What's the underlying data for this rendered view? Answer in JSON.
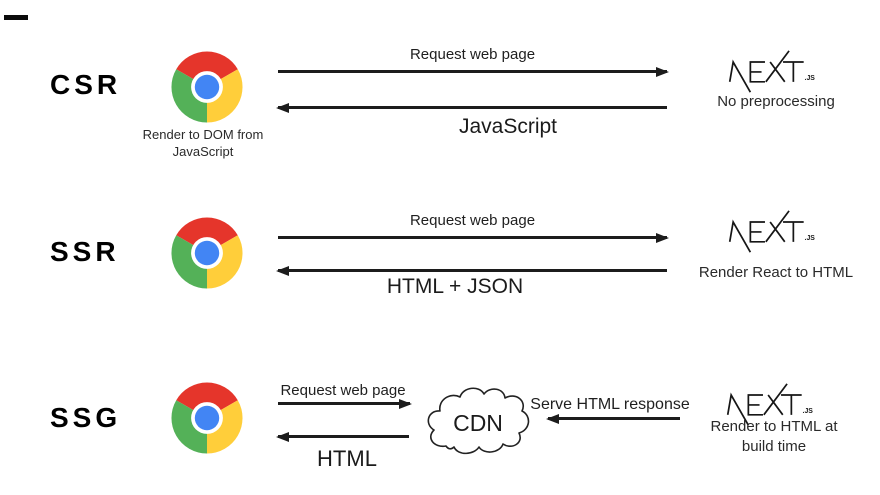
{
  "colors": {
    "chrome-red": "#E5352B",
    "chrome-green": "#54B158",
    "chrome-yellow": "#FFCE3A",
    "chrome-blue": "#4285F4",
    "ink": "#1C1C1C"
  },
  "logos": {
    "nextjs_wordmark": "NEXT",
    "nextjs_suffix": ".JS"
  },
  "rows": [
    {
      "label": "CSR",
      "browser_caption": "Render to DOM from JavaScript",
      "request_label": "Request web page",
      "response_label": "JavaScript",
      "server_caption": "No preprocessing"
    },
    {
      "label": "SSR",
      "request_label": "Request web page",
      "response_label": "HTML + JSON",
      "server_caption": "Render React to HTML"
    },
    {
      "label": "SSG",
      "request_label": "Request web page",
      "response_label": "HTML",
      "cdn_label": "CDN",
      "serve_label": "Serve HTML response",
      "server_caption": "Render to HTML at build time"
    }
  ]
}
